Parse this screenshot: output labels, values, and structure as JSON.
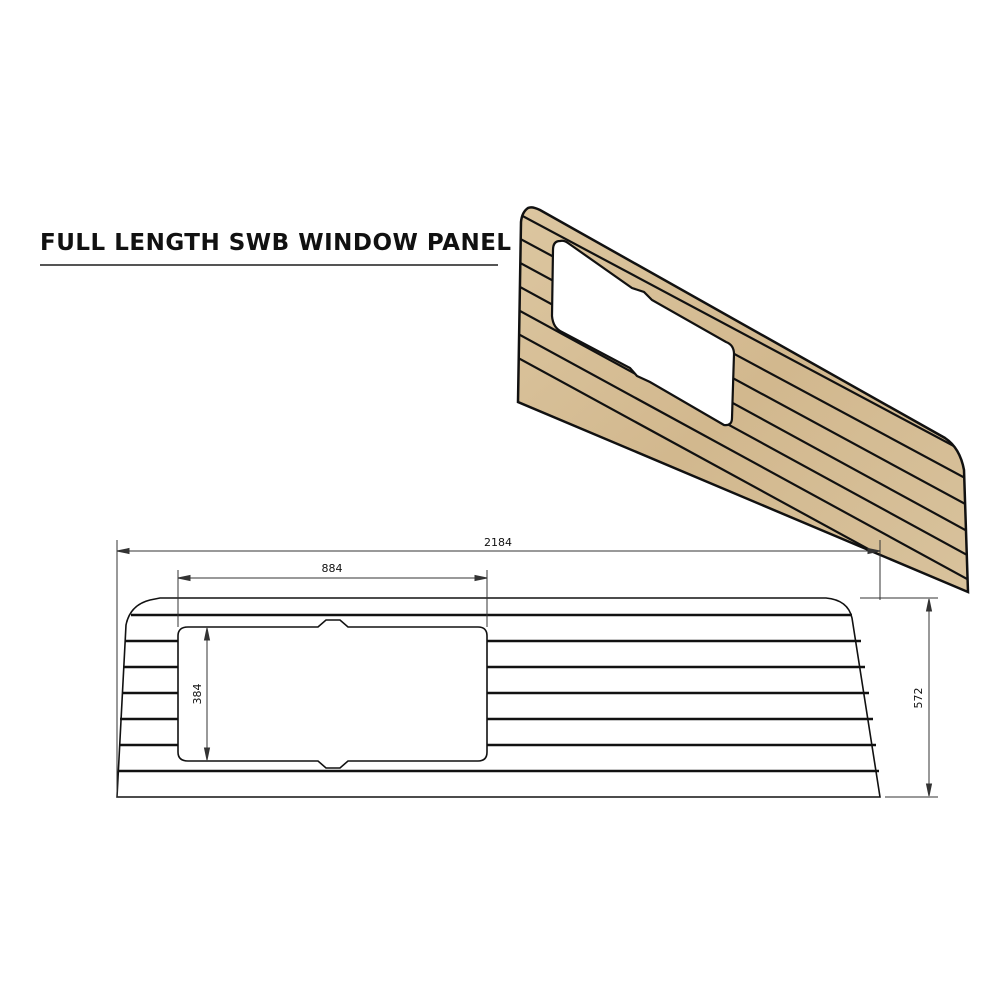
{
  "title": "FULL LENGTH SWB WINDOW PANEL",
  "colors": {
    "wood": "#d6bf98",
    "wood_dark": "#c9af85",
    "outline": "#111111",
    "dimension_line": "#333333",
    "background": "#ffffff"
  },
  "isometric_view": {
    "description": "3D perspective view of wood-finish panel with window cutout and horizontal slat grooves",
    "slat_count": 7
  },
  "technical_drawing": {
    "dimensions": {
      "overall_length": "2184",
      "window_width": "884",
      "window_height": "384",
      "overall_height": "572"
    },
    "slat_count": 7,
    "units": "mm"
  }
}
